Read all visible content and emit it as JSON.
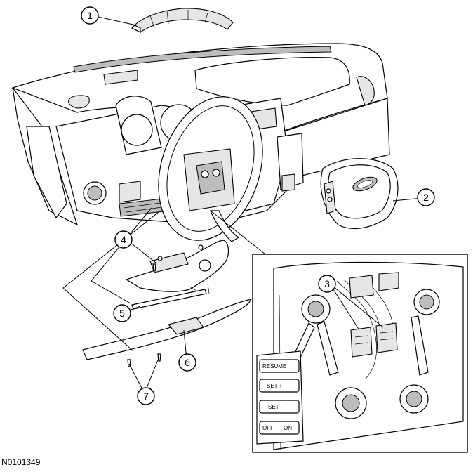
{
  "figure": {
    "id_label": "N0101349"
  },
  "callouts": [
    {
      "number": "1"
    },
    {
      "number": "2"
    },
    {
      "number": "3"
    },
    {
      "number": "4"
    },
    {
      "number": "5"
    },
    {
      "number": "6"
    },
    {
      "number": "7"
    }
  ],
  "inset": {
    "switch_labels": {
      "resume": "RESUME",
      "set_plus": "SET +",
      "set_minus": "SET –",
      "off": "OFF",
      "on": "ON"
    }
  }
}
